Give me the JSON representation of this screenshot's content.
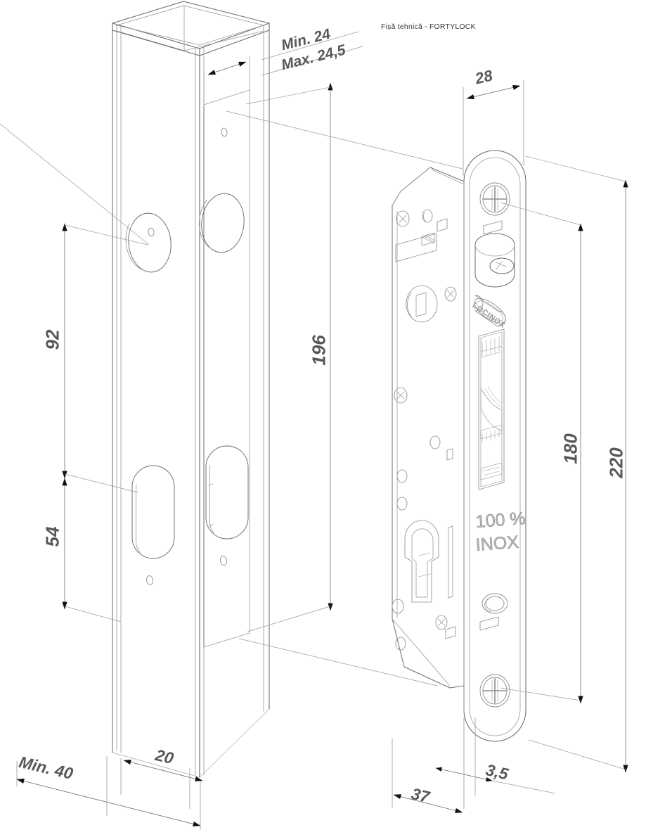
{
  "document": {
    "header": "Fișă tehnică - FORTYLOCK",
    "product": "FORTYLOCK",
    "type": "technical-drawing",
    "view": "isometric"
  },
  "dimensions": {
    "post_width_min": "Min. 24",
    "post_width_max": "Max. 24,5",
    "hole_spacing_92": "92",
    "hole_spacing_54": "54",
    "post_cut_length_196": "196",
    "lock_depth_28": "28",
    "lock_body_180": "180",
    "faceplate_220": "220",
    "post_min_40": "Min. 40",
    "post_hole_20": "20",
    "lock_width_37": "37",
    "faceplate_thickness_35": "3,5"
  },
  "lock_markings": {
    "brand": "LOCINOX",
    "material_pct": "100 %",
    "material_name": "INOX"
  },
  "colors": {
    "line": "#6b6b6b",
    "line_light": "#9a9a9a",
    "text": "#58585a",
    "header_text": "#3a3a3a",
    "arrow": "#111111",
    "background": "#ffffff"
  }
}
